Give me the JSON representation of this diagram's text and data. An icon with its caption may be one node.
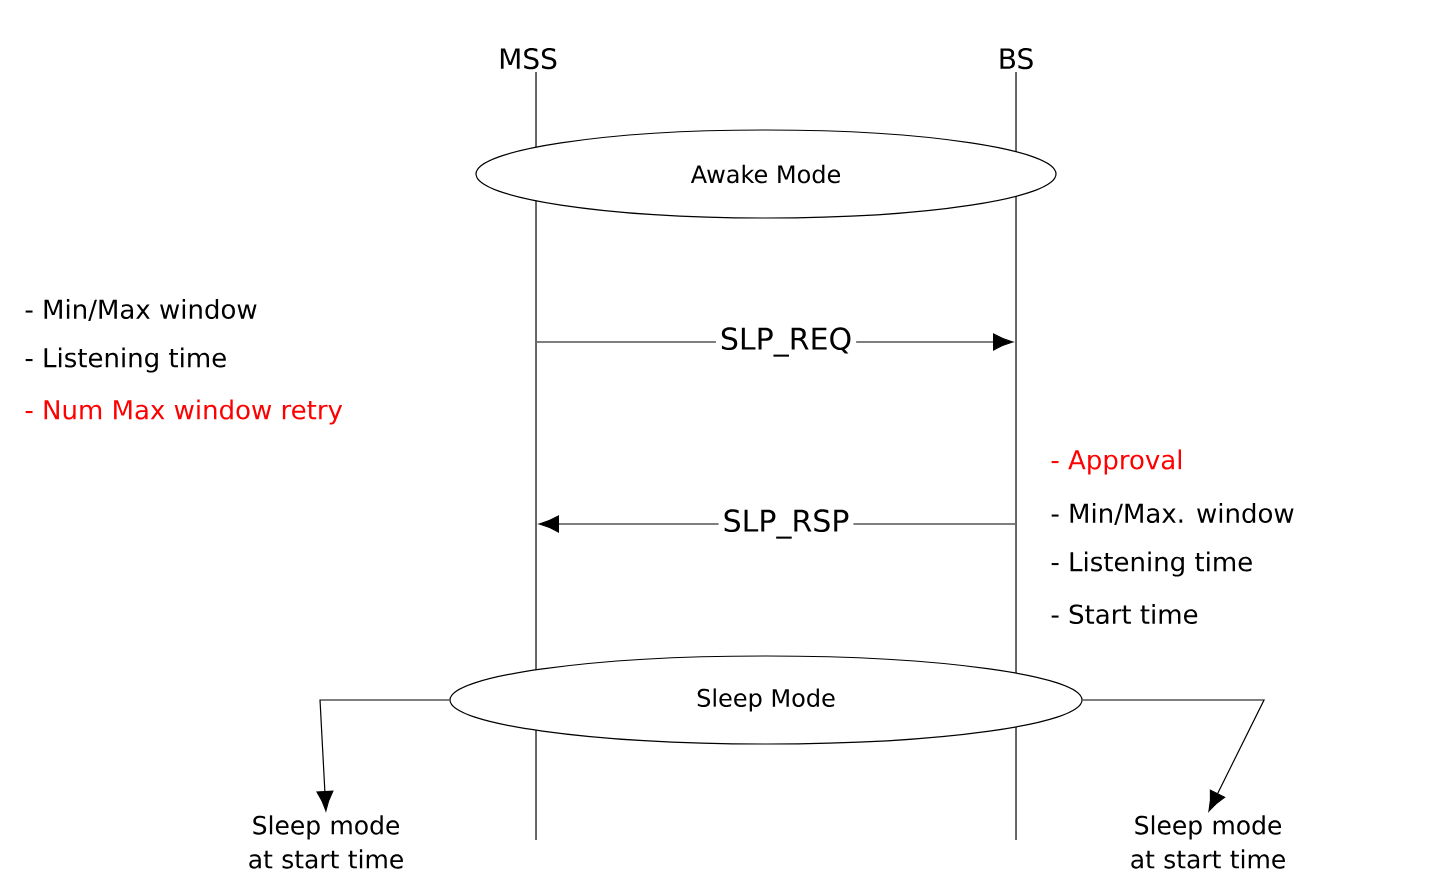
{
  "diagram": {
    "nodes": [
      {
        "text": [
          "MSS"
        ]
      },
      {
        "text": [
          "BS"
        ]
      },
      {
        "text": [
          "Awake Mode"
        ]
      },
      {
        "text": [
          "Sleep Mode"
        ]
      },
      {
        "text": [
          "Sleep mode at start time"
        ]
      },
      {
        "text": [
          "Sleep mode at start time"
        ]
      }
    ],
    "edges": [
      {
        "from": 0,
        "to": 1,
        "arrow": "to",
        "label": "SLP_REQ"
      },
      {
        "from": 1,
        "to": 0,
        "arrow": "to",
        "label": "SLP_RSP"
      },
      {
        "from": 3,
        "to": 4,
        "arrow": "to"
      },
      {
        "from": 3,
        "to": 5,
        "arrow": "to"
      }
    ],
    "labels": [
      "- Min/Max window",
      "- Listening time",
      "- Num Max window retry",
      "- Approval",
      "- Min/Max. window",
      "- Listening time",
      "- Start time"
    ]
  }
}
